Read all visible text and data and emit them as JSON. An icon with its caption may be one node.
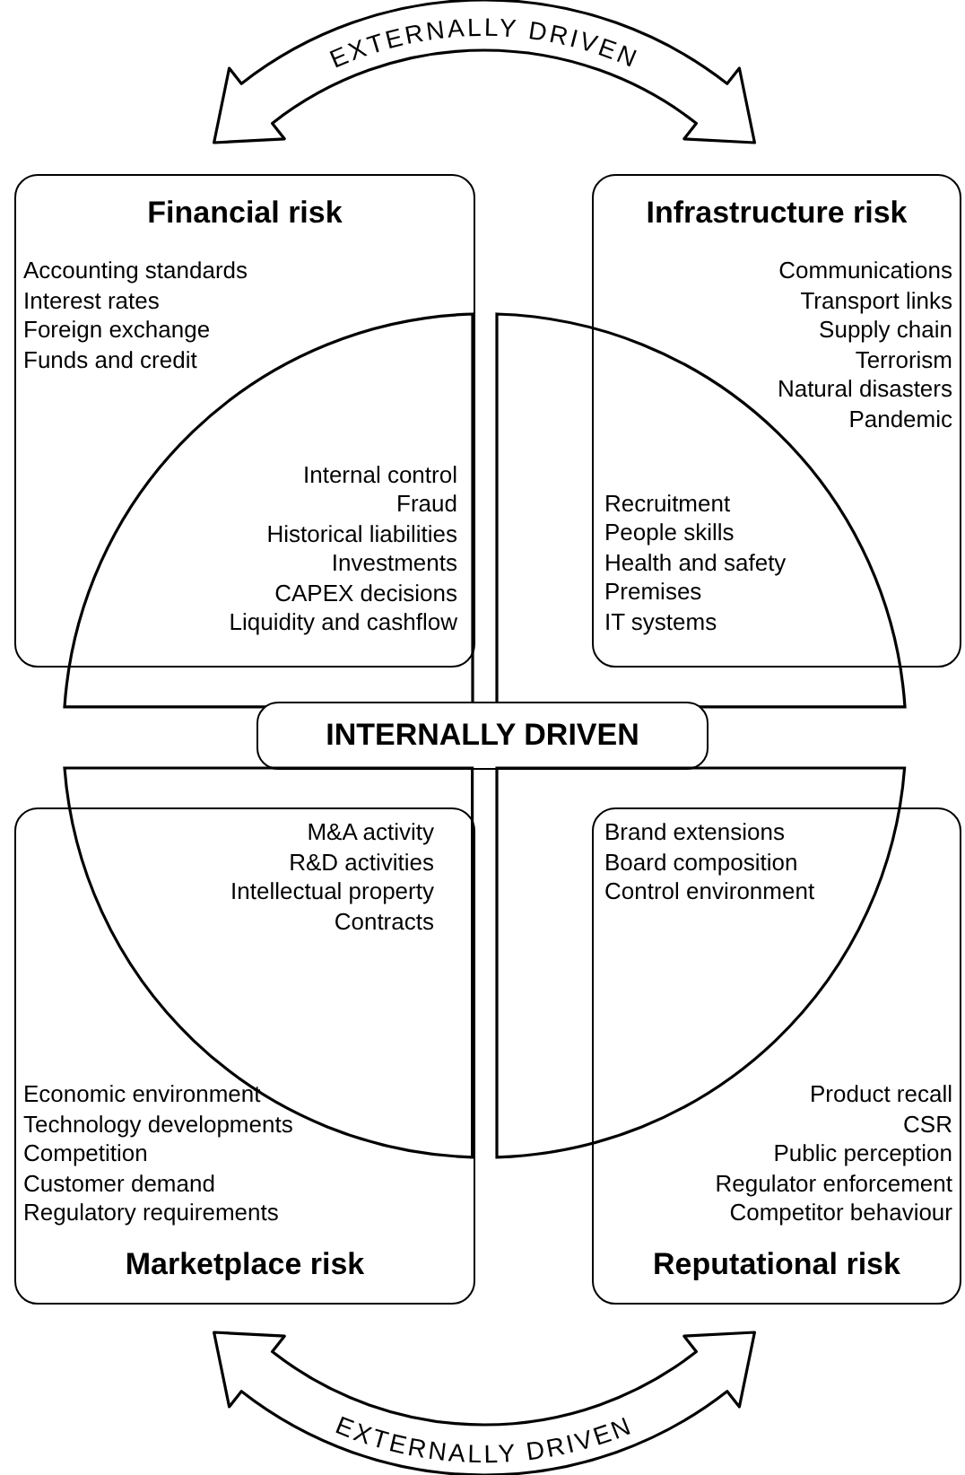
{
  "diagram": {
    "nodes": [
      {
        "text": [
          "Financial risk",
          "Accounting standards",
          "Interest rates",
          "Foreign exchange",
          "Funds and credit"
        ]
      },
      {
        "text": [
          "Infrastructure risk",
          "Communications",
          "Transport links",
          "Supply chain",
          "Terrorism",
          "Natural disasters",
          "Pandemic"
        ]
      },
      {
        "text": [
          "Internal control",
          "Fraud",
          "Historical liabilities",
          "Investments",
          "CAPEX decisions",
          "Liquidity and cashflow"
        ]
      },
      {
        "text": [
          "Recruitment",
          "People skills",
          "Health and safety",
          "Premises",
          "IT systems"
        ]
      },
      {
        "text": [
          "INTERNALLY DRIVEN"
        ]
      },
      {
        "text": [
          "M&A activity",
          "R&D activities",
          "Intellectual property",
          "Contracts"
        ]
      },
      {
        "text": [
          "Brand extensions",
          "Board composition",
          "Control environment"
        ]
      },
      {
        "text": [
          "Economic environment",
          "Technology developments",
          "Competition",
          "Customer demand",
          "Regulatory requirements",
          "Marketplace risk"
        ]
      },
      {
        "text": [
          "Product recall",
          "CSR",
          "Public perception",
          "Regulator enforcement",
          "Competitor behaviour",
          "Reputational risk"
        ]
      }
    ],
    "labels": [
      "EXTERNALLY DRIVEN",
      "EXTERNALLY DRIVEN"
    ]
  }
}
